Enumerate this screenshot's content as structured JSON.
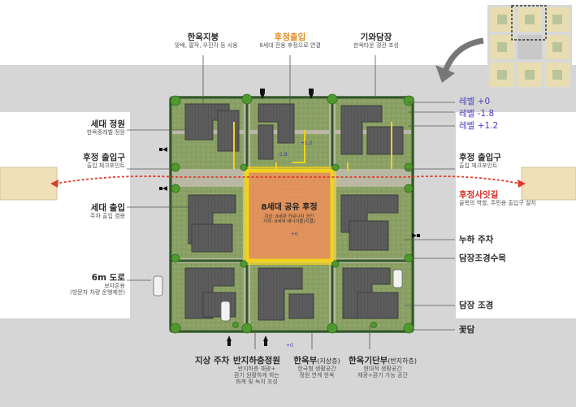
{
  "labels": {
    "roof": {
      "title": "한옥지붕",
      "sub": "맞배, 팔작, 우진각 등 사용"
    },
    "back_entrance": {
      "title": "후정출입",
      "sub": "8세대 전용 후정으로 연결"
    },
    "tile_wall": {
      "title": "기와담장",
      "sub": "한옥타운 경관 조성"
    },
    "unit_garden": {
      "title": "세대 정원",
      "sub": "한옥중레벨 정원"
    },
    "back_gate_left": {
      "title": "후정 출입구",
      "sub": "출입 체크포인트"
    },
    "back_gate_right": {
      "title": "후정 출입구",
      "sub": "출입 체크포인트"
    },
    "unit_entrance": {
      "title": "세대 출입",
      "sub": "주차 출입 겸용"
    },
    "alley": {
      "title": "후정사잇길",
      "sub": "골목의 역할, 주민용 출입구 설치"
    },
    "road": {
      "title": "6m 도로",
      "sub1": "보차혼용",
      "sub2": "(방문자 차량 운행제한)"
    },
    "eave_parking": {
      "title": "누하 주차"
    },
    "wall_trees": {
      "title": "담장조경수목"
    },
    "wall_landscape": {
      "title": "담장 조경"
    },
    "flower_wall": {
      "title": "꽃담"
    },
    "ground_parking": {
      "title": "지상 주차"
    },
    "semi_basement": {
      "title": "반지하층정원",
      "sub1": "반지하층 채광+",
      "sub2": "환기 원활하게 하는",
      "sub3": "화계 및 녹지 조성"
    },
    "hanok_upper": {
      "title": "한옥부",
      "title_small": "(지상층)",
      "sub1": "한국형 생활공간",
      "sub2": "정원 연계 한옥"
    },
    "hanok_base": {
      "title": "한옥기단부",
      "title_small": "(반지하층)",
      "sub1": "현대적 생활공간",
      "sub2": "채광+환기 가능 공간"
    },
    "levels": [
      "레벨 +0",
      "레벨 -1.8",
      "레벨 +1.2"
    ],
    "courtyard": {
      "title": "8세대 공유 후정",
      "sub1": "지상: 8세대 커뮤니티 공간",
      "sub2": "지하: 8세대 에너지플(지열)"
    },
    "plan_marks": {
      "center": "+0",
      "ne": "+1.2",
      "nw": "-1.8",
      "bottom": "+0"
    }
  },
  "colors": {
    "roof": "#5a5a5a",
    "grass": "#8aa064",
    "courtyard": "#e0935c",
    "highlight": "#f1d21c",
    "alley_arrow": "#e03a2a",
    "road": "#d6d6d6",
    "sidewalk": "#efe0b8"
  }
}
